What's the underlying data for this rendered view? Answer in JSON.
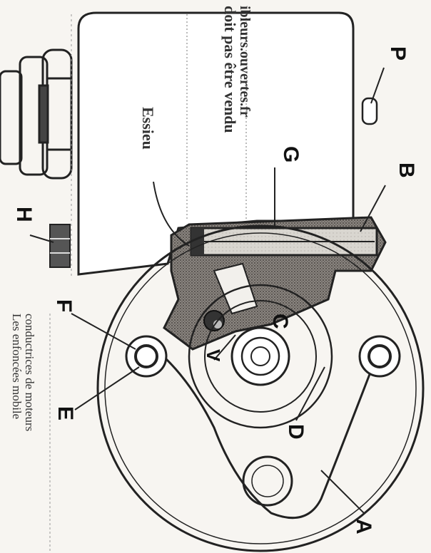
{
  "figure": {
    "labels": {
      "P": "P",
      "B": "B",
      "G": "G",
      "H": "H",
      "F": "F",
      "C": "C",
      "V": "V",
      "E": "E",
      "D": "D",
      "A": "A"
    },
    "essieu_text": "Essieu",
    "watermark_lines": [
      "doit pas être vendu",
      "ibleurs.ouvertes.fr"
    ],
    "caption_lines": [
      "Les enfoncées mobile",
      "conductrices de moteurs"
    ]
  }
}
